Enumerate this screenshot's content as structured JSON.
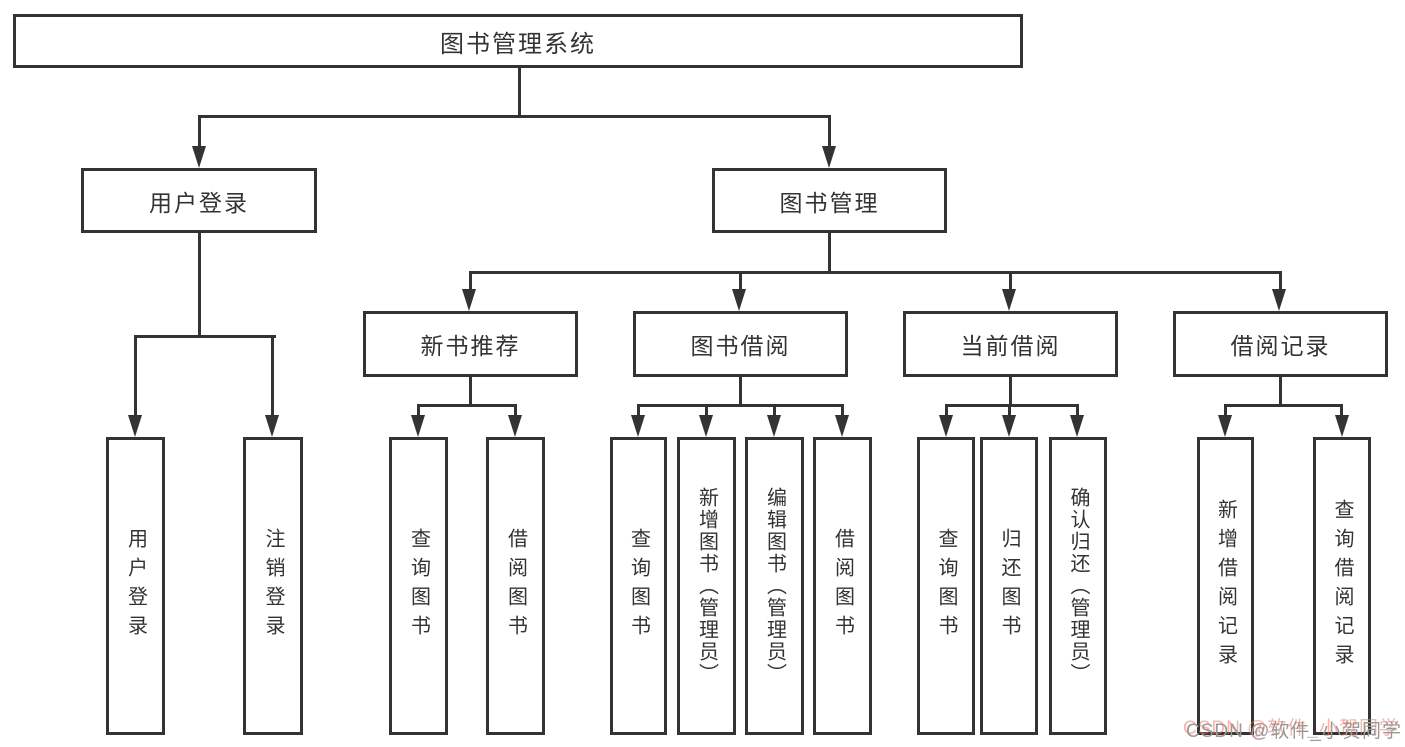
{
  "diagram": {
    "root": {
      "label": "图书管理系统"
    },
    "level2": {
      "user_login": {
        "label": "用户登录"
      },
      "book_mgmt": {
        "label": "图书管理"
      }
    },
    "level3": {
      "new_books": {
        "label": "新书推荐"
      },
      "book_borrow": {
        "label": "图书借阅"
      },
      "current_borrow": {
        "label": "当前借阅"
      },
      "borrow_records": {
        "label": "借阅记录"
      }
    },
    "leaves": {
      "user_login": [
        "用户登录",
        "注销登录"
      ],
      "new_books": [
        "查询图书",
        "借阅图书"
      ],
      "book_borrow": [
        "查询图书",
        "新增图书（管理员）",
        "编辑图书（管理员）",
        "借阅图书"
      ],
      "current_borrow": [
        "查询图书",
        "归还图书",
        "确认归还（管理员）"
      ],
      "borrow_records": [
        "新增借阅记录",
        "查询借阅记录"
      ]
    },
    "colors": {
      "line": "#333333",
      "box_border": "#333333",
      "text": "#333333",
      "background": "#ffffff"
    }
  },
  "watermark": {
    "text": "CSDN @软件_小贺同学",
    "color": "#999999",
    "shadow_color": "#f7775d"
  }
}
